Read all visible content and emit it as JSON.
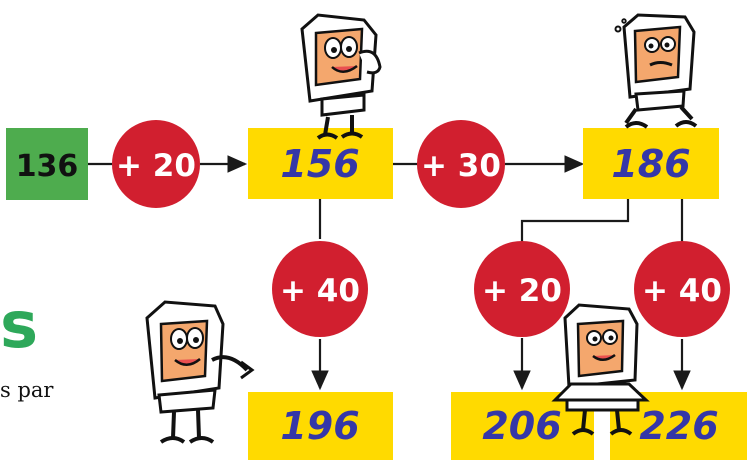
{
  "diagram": {
    "start": {
      "value": "136"
    },
    "operations": {
      "op1": "+ 20",
      "op2": "+ 30",
      "op3": "+ 40",
      "op4": "+ 20",
      "op5": "+ 40"
    },
    "results": {
      "r156": "156",
      "r186": "186",
      "r196": "196",
      "r206": "206",
      "r226": "226"
    },
    "colors": {
      "start_box": "#4eac4e",
      "value_box": "#ffda00",
      "operator_circle": "#d11f2f",
      "connector": "#1a1a1a",
      "value_text": "#3537a8"
    }
  },
  "page_fragments": {
    "large_letter": "s",
    "text_fragment": "s par"
  },
  "decorations": [
    "computer-character-phone-icon",
    "computer-character-thinking-icon",
    "computer-character-pointing-icon",
    "computer-character-laptop-icon"
  ]
}
